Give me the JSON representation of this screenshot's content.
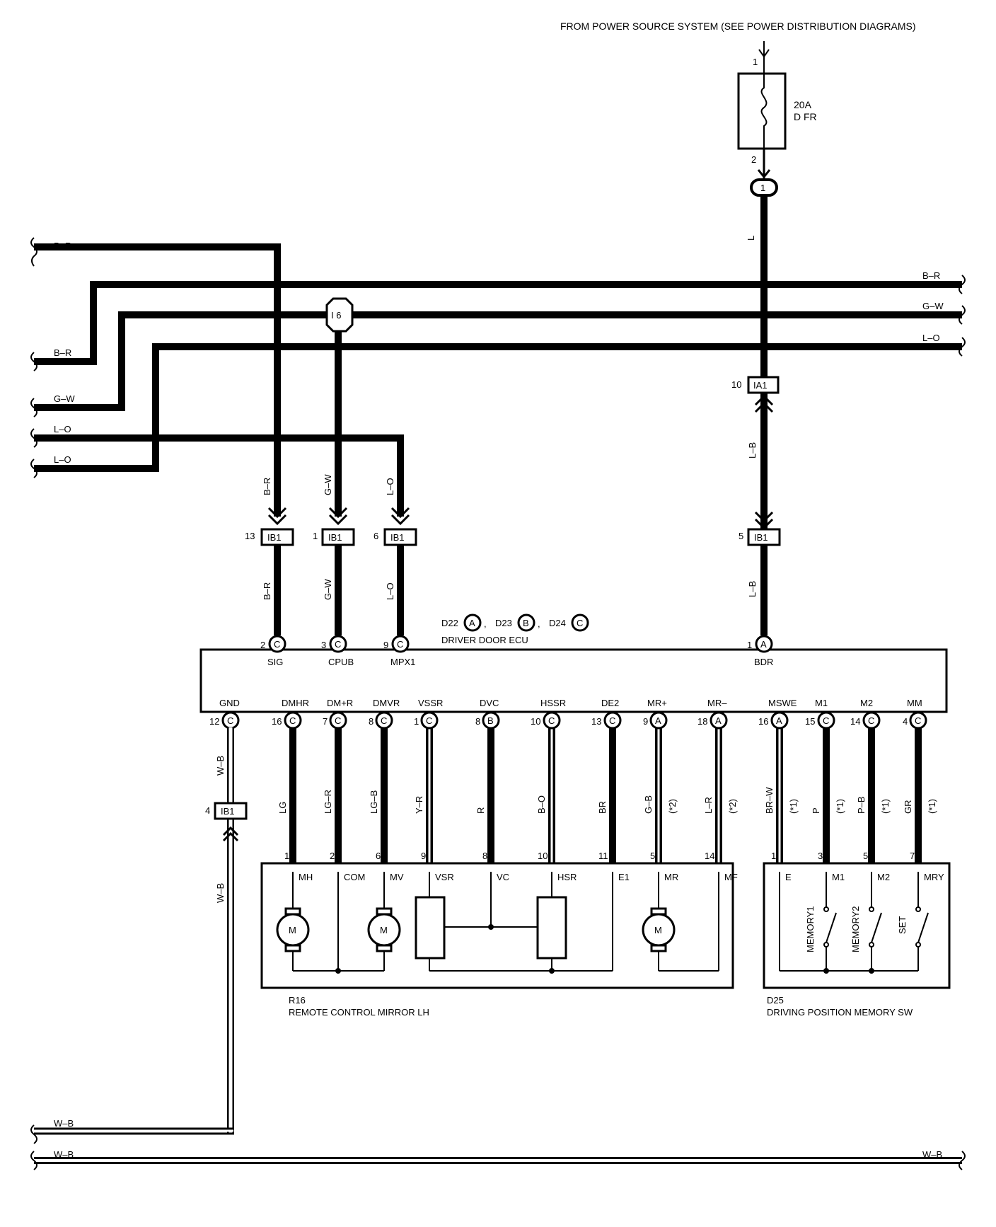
{
  "header": {
    "power_source": "FROM POWER SOURCE SYSTEM (SEE POWER DISTRIBUTION DIAGRAMS)"
  },
  "fuse": {
    "rating": "20A",
    "name": "D FR",
    "pin_in": "1",
    "pin_out": "2",
    "splice": "1"
  },
  "left_wires": [
    "B–R",
    "B–R",
    "G–W",
    "L–O",
    "L–O"
  ],
  "right_wires": [
    "B–R",
    "G–W",
    "L–O"
  ],
  "bottom_wires": {
    "left1": "W–B",
    "left2": "W–B",
    "right": "W–B"
  },
  "splice_i6": "I 6",
  "fuse_wire_color": "L",
  "ia1": {
    "pin": "10",
    "name": "IA1"
  },
  "vertical_wire_labels": {
    "sig_upper": "B–R",
    "cpub_upper": "G–W",
    "mpx1_upper": "L–O",
    "bdr_upper": "L–B",
    "sig_lower": "B–R",
    "cpub_lower": "G–W",
    "mpx1_lower": "L–O",
    "bdr_lower": "L–B",
    "gnd_upper": "W–B",
    "gnd_lower": "W–B"
  },
  "ib1_connectors": [
    {
      "pin": "13",
      "name": "IB1"
    },
    {
      "pin": "1",
      "name": "IB1"
    },
    {
      "pin": "6",
      "name": "IB1"
    },
    {
      "pin": "5",
      "name": "IB1"
    },
    {
      "pin": "4",
      "name": "IB1"
    }
  ],
  "ecu": {
    "ref_d22": "D22",
    "ref_d23": "D23",
    "ref_d24": "D24",
    "letter_a": "A",
    "letter_b": "B",
    "letter_c": "C",
    "comma": ",",
    "name": "DRIVER DOOR ECU",
    "top_pins": [
      {
        "num": "2",
        "conn": "C",
        "name": "SIG"
      },
      {
        "num": "3",
        "conn": "C",
        "name": "CPUB"
      },
      {
        "num": "9",
        "conn": "C",
        "name": "MPX1"
      },
      {
        "num": "1",
        "conn": "A",
        "name": "BDR"
      }
    ],
    "bottom_pins": [
      {
        "num": "12",
        "conn": "C",
        "name": "GND"
      },
      {
        "num": "16",
        "conn": "C",
        "name": "DMHR",
        "wire": "LG",
        "note": ""
      },
      {
        "num": "7",
        "conn": "C",
        "name": "DM+R",
        "wire": "LG–R",
        "note": ""
      },
      {
        "num": "8",
        "conn": "C",
        "name": "DMVR",
        "wire": "LG–B",
        "note": ""
      },
      {
        "num": "1",
        "conn": "C",
        "name": "VSSR",
        "wire": "Y–R",
        "note": ""
      },
      {
        "num": "8",
        "conn": "B",
        "name": "DVC",
        "wire": "R",
        "note": ""
      },
      {
        "num": "10",
        "conn": "C",
        "name": "HSSR",
        "wire": "B–O",
        "note": ""
      },
      {
        "num": "13",
        "conn": "C",
        "name": "DE2",
        "wire": "BR",
        "note": ""
      },
      {
        "num": "9",
        "conn": "A",
        "name": "MR+",
        "wire": "G–B",
        "note": "(*2)"
      },
      {
        "num": "18",
        "conn": "A",
        "name": "MR–",
        "wire": "L–R",
        "note": "(*2)"
      },
      {
        "num": "16",
        "conn": "A",
        "name": "MSWE",
        "wire": "BR–W",
        "note": "(*1)"
      },
      {
        "num": "15",
        "conn": "C",
        "name": "M1",
        "wire": "P",
        "note": "(*1)"
      },
      {
        "num": "14",
        "conn": "C",
        "name": "M2",
        "wire": "P–B",
        "note": "(*1)"
      },
      {
        "num": "4",
        "conn": "C",
        "name": "MM",
        "wire": "GR",
        "note": "(*1)"
      }
    ]
  },
  "mirror": {
    "id": "R16",
    "name": "REMOTE CONTROL MIRROR LH",
    "motor_label": "M",
    "pins": [
      {
        "num": "1",
        "name": "MH"
      },
      {
        "num": "2",
        "name": "COM"
      },
      {
        "num": "6",
        "name": "MV"
      },
      {
        "num": "9",
        "name": "VSR"
      },
      {
        "num": "8",
        "name": "VC"
      },
      {
        "num": "10",
        "name": "HSR"
      },
      {
        "num": "11",
        "name": "E1"
      },
      {
        "num": "5",
        "name": "MR"
      },
      {
        "num": "14",
        "name": "MF"
      }
    ]
  },
  "memory_sw": {
    "id": "D25",
    "name": "DRIVING POSITION MEMORY SW",
    "pins": [
      {
        "num": "1",
        "name": "E"
      },
      {
        "num": "3",
        "name": "M1"
      },
      {
        "num": "5",
        "name": "M2"
      },
      {
        "num": "7",
        "name": "MRY"
      }
    ],
    "switches": [
      "MEMORY1",
      "MEMORY2",
      "SET"
    ]
  }
}
